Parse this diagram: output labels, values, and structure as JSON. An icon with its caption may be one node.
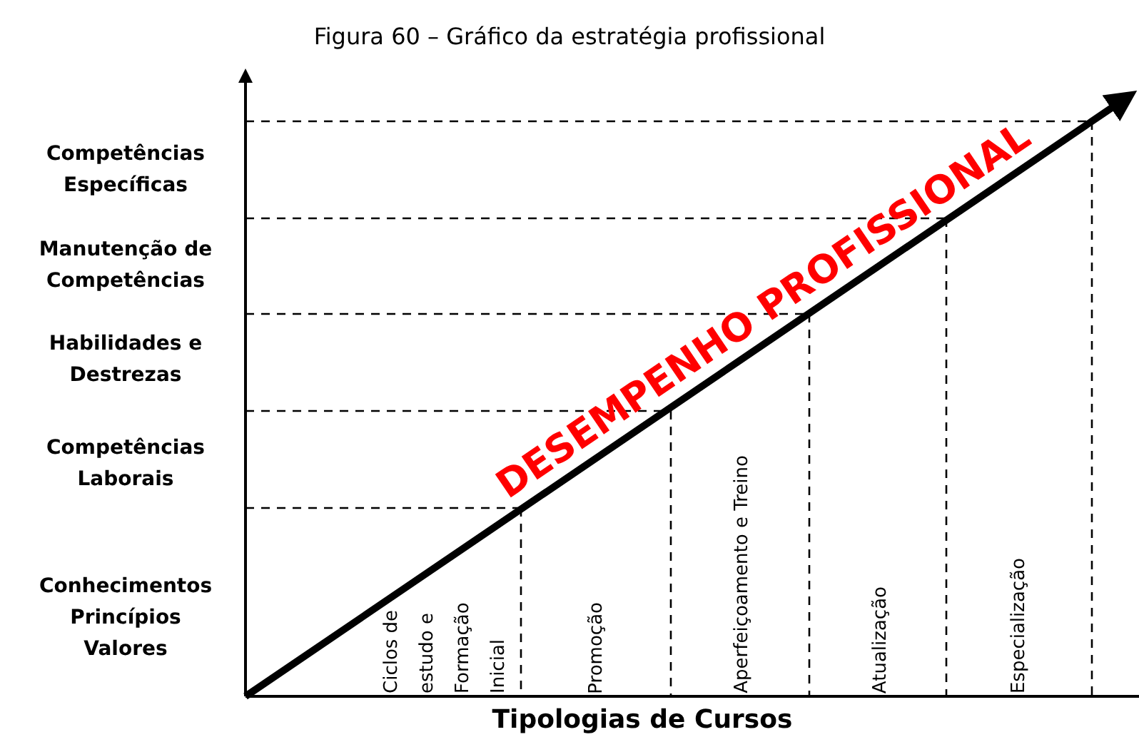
{
  "diagram": {
    "title": "Figura 60 – Gráfico da estratégia profissional",
    "labels": [
      "Competências Específicas",
      "Manutenção de Competências",
      "Habilidades e Destrezas",
      "Competências Laborais",
      "Conhecimentos Princípios Valores",
      "DESEMPENHO PROFISSIONAL",
      "Ciclos de estudo e Formação Inicial",
      "Promoção",
      "Aperfeiçoamento e Treino",
      "Atualização",
      "Especialização",
      "Tipologias de Cursos"
    ]
  }
}
